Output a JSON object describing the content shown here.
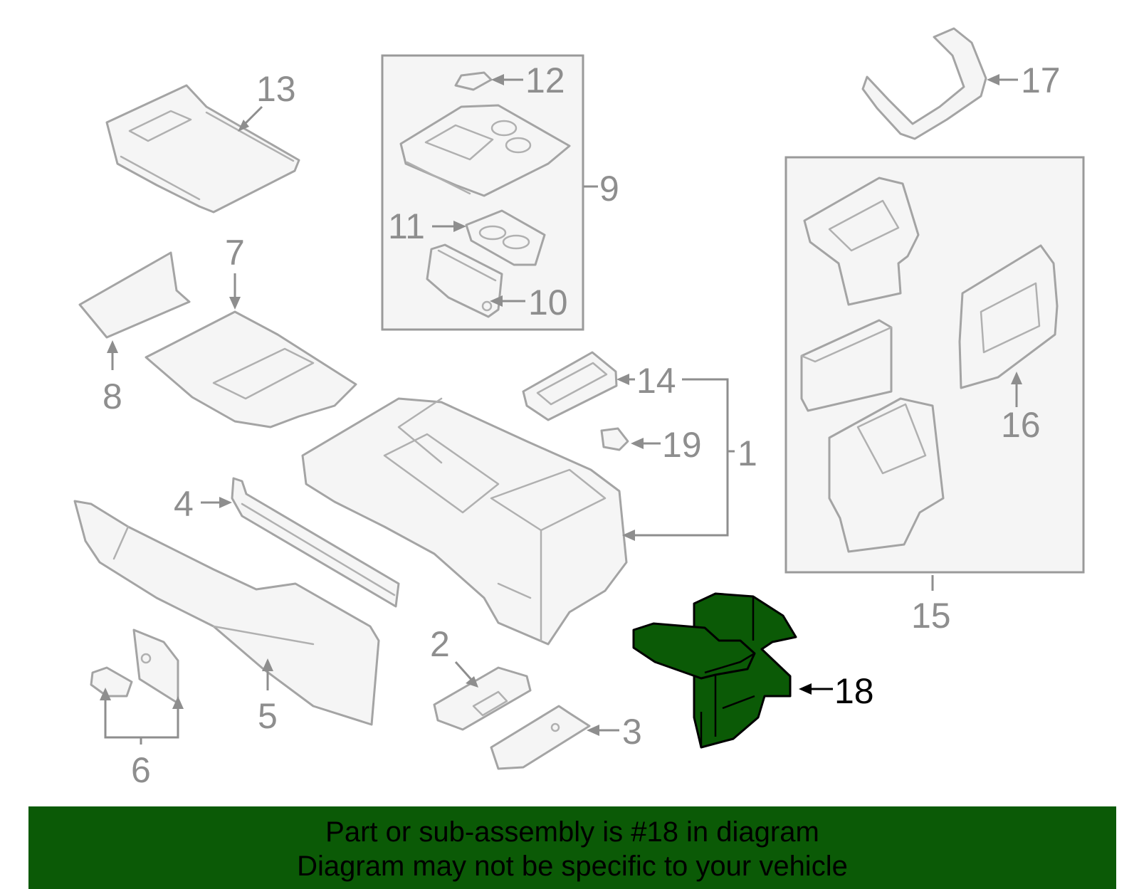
{
  "callouts": {
    "c1": "1",
    "c2": "2",
    "c3": "3",
    "c4": "4",
    "c5": "5",
    "c6": "6",
    "c7": "7",
    "c8": "8",
    "c9": "9",
    "c10": "10",
    "c11": "11",
    "c12": "12",
    "c13": "13",
    "c14": "14",
    "c15": "15",
    "c16": "16",
    "c17": "17",
    "c18": "18",
    "c19": "19"
  },
  "highlighted_part": "18",
  "colors": {
    "highlight": "#0b5a06",
    "line": "#a4a4a4",
    "label": "#8e8e8e",
    "banner": "#0b5a06"
  },
  "banner": {
    "line1": "Part or sub-assembly is #18 in diagram",
    "line2": "Diagram may not be specific to your vehicle"
  }
}
